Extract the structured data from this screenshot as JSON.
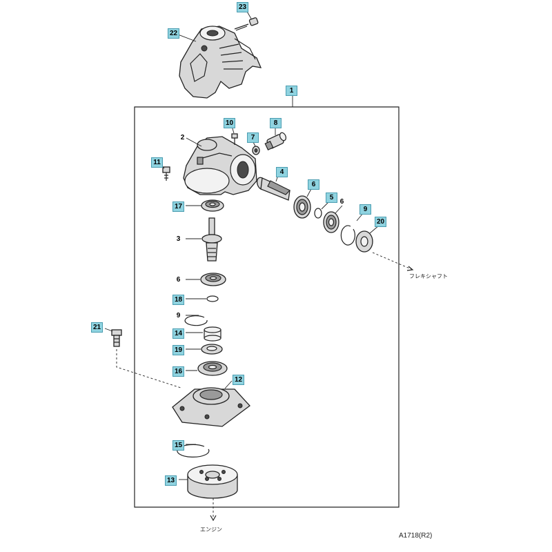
{
  "diagram": {
    "code": "A1718(R2)",
    "notes": {
      "flex_shaft": "フレキシャフト",
      "engine": "エンジン"
    },
    "labels": [
      {
        "id": "p23",
        "text": "23"
      },
      {
        "id": "p22",
        "text": "22"
      },
      {
        "id": "p1",
        "text": "1"
      },
      {
        "id": "p10",
        "text": "10"
      },
      {
        "id": "p8",
        "text": "8"
      },
      {
        "id": "p2",
        "text": "2"
      },
      {
        "id": "p7",
        "text": "7"
      },
      {
        "id": "p11",
        "text": "11"
      },
      {
        "id": "p4",
        "text": "4"
      },
      {
        "id": "p6a",
        "text": "6"
      },
      {
        "id": "p5",
        "text": "5"
      },
      {
        "id": "p6b",
        "text": "6"
      },
      {
        "id": "p9a",
        "text": "9"
      },
      {
        "id": "p20",
        "text": "20"
      },
      {
        "id": "p17",
        "text": "17"
      },
      {
        "id": "p3",
        "text": "3"
      },
      {
        "id": "p6c",
        "text": "6"
      },
      {
        "id": "p18",
        "text": "18"
      },
      {
        "id": "p9b",
        "text": "9"
      },
      {
        "id": "p21",
        "text": "21"
      },
      {
        "id": "p14",
        "text": "14"
      },
      {
        "id": "p19",
        "text": "19"
      },
      {
        "id": "p16",
        "text": "16"
      },
      {
        "id": "p12",
        "text": "12"
      },
      {
        "id": "p15",
        "text": "15"
      },
      {
        "id": "p13",
        "text": "13"
      }
    ]
  }
}
